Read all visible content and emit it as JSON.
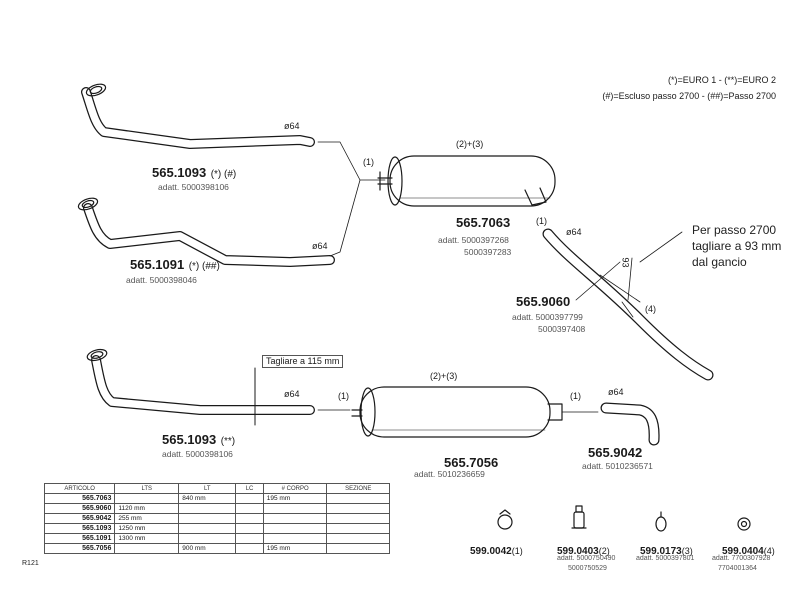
{
  "legend": {
    "line1": "(*)=EURO 1  -  (**)=EURO 2",
    "line2": "(#)=Escluso passo 2700  -  (##)=Passo 2700"
  },
  "parts": {
    "p1": {
      "code": "565.1093",
      "suffix": "(*)  (#)",
      "adatt": "adatt. 5000398106",
      "dia": "ø64"
    },
    "p2": {
      "code": "565.1091",
      "suffix": "(*)  (##)",
      "adatt": "adatt. 5000398046",
      "dia": "ø64"
    },
    "p3": {
      "code": "565.7063",
      "adatt1": "adatt. 5000397268",
      "adatt2": "5000397283",
      "label_top": "(2)+(3)"
    },
    "p4": {
      "code": "565.9060",
      "adatt1": "adatt. 5000397799",
      "adatt2": "5000397408",
      "dia": "ø64"
    },
    "p5": {
      "code": "565.1093",
      "suffix": "(**)",
      "adatt": "adatt. 5000398106",
      "dia": "ø64",
      "cut_note": "Tagliare a 115 mm"
    },
    "p6": {
      "code": "565.7056",
      "adatt": "adatt. 5010236659",
      "label_top": "(2)+(3)"
    },
    "p7": {
      "code": "565.9042",
      "adatt": "adatt. 5010236571",
      "dia": "ø64"
    }
  },
  "callouts": {
    "c1": "(1)",
    "c2": "(1)",
    "c3": "(1)",
    "c4": "(1)",
    "c5": "(4)",
    "dim": "93"
  },
  "note": {
    "line1": "Per passo 2700",
    "line2": "tagliare a 93 mm",
    "line3": "dal gancio"
  },
  "table": {
    "headers": [
      "ARTICOLO",
      "LTS",
      "LT",
      "LC",
      "# CORPO",
      "SEZIONE"
    ],
    "rows": [
      [
        "565.7063",
        "",
        "840 mm",
        "",
        "195 mm",
        ""
      ],
      [
        "565.9060",
        "1120 mm",
        "",
        "",
        "",
        ""
      ],
      [
        "565.9042",
        "255 mm",
        "",
        "",
        "",
        ""
      ],
      [
        "565.1093",
        "1250 mm",
        "",
        "",
        "",
        ""
      ],
      [
        "565.1091",
        "1300 mm",
        "",
        "",
        "",
        ""
      ],
      [
        "565.7056",
        "",
        "900 mm",
        "",
        "195 mm",
        ""
      ]
    ],
    "ref": "R121"
  },
  "accessories": [
    {
      "code": "599.0042",
      "suffix": "(1)",
      "adatt1": "",
      "adatt2": ""
    },
    {
      "code": "599.0403",
      "suffix": "(2)",
      "adatt1": "adatt. 5000750490",
      "adatt2": "5000750529"
    },
    {
      "code": "599.0173",
      "suffix": "(3)",
      "adatt1": "adatt. 5000397801",
      "adatt2": ""
    },
    {
      "code": "599.0404",
      "suffix": "(4)",
      "adatt1": "adatt. 7700307928",
      "adatt2": "7704001364"
    }
  ]
}
